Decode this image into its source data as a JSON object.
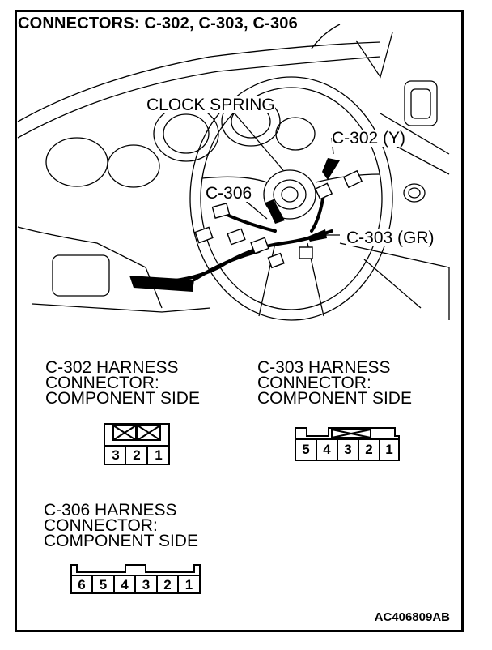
{
  "title": "CONNECTORS: C-302, C-303, C-306",
  "callouts": {
    "clock_spring": "CLOCK SPRING",
    "c302": "C-302 (Y)",
    "c306": "C-306",
    "c303": "C-303 (GR)"
  },
  "connectors": {
    "c302": {
      "line1": "C-302 HARNESS",
      "line2": "CONNECTOR:",
      "line3": "COMPONENT SIDE",
      "pins": [
        "3",
        "2",
        "1"
      ]
    },
    "c303": {
      "line1": "C-303 HARNESS",
      "line2": "CONNECTOR:",
      "line3": "COMPONENT SIDE",
      "pins": [
        "5",
        "4",
        "3",
        "2",
        "1"
      ]
    },
    "c306": {
      "line1": "C-306 HARNESS",
      "line2": "CONNECTOR:",
      "line3": "COMPONENT SIDE",
      "pins": [
        "6",
        "5",
        "4",
        "3",
        "2",
        "1"
      ]
    }
  },
  "figure_code": "AC406809AB",
  "colors": {
    "ink": "#000000",
    "paper": "#ffffff"
  }
}
